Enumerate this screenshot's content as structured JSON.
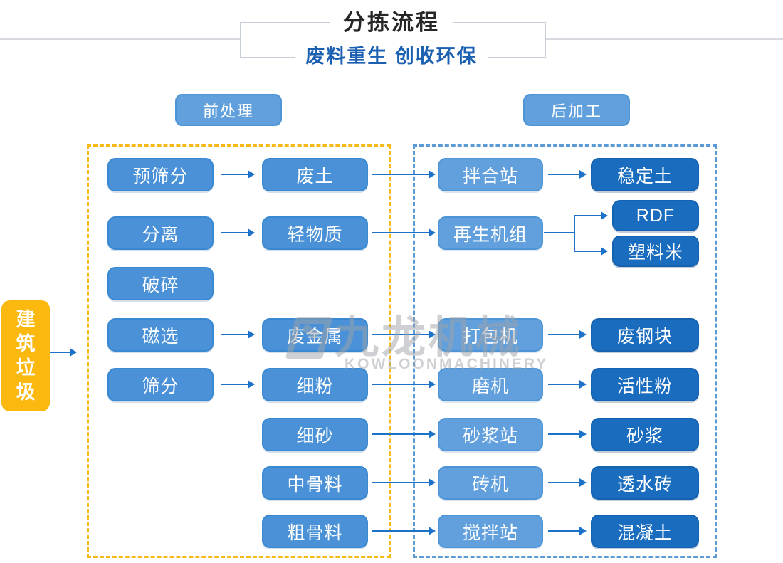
{
  "header": {
    "title": "分拣流程",
    "subtitle": "废料重生 创收环保"
  },
  "sections": {
    "pre": "前处理",
    "post": "后加工"
  },
  "watermark": {
    "cn": "九龙机械",
    "en": "KOWLOONMACHINERY"
  },
  "colors": {
    "node_mid_blue": "#4a91d7",
    "node_light_blue": "#61a0dc",
    "node_dark_blue": "#1a6cbe",
    "source_orange": "#fbb90f",
    "arrow_blue": "#1b72c8",
    "dash_yellow": "#f7b915",
    "dash_blue": "#5b9bd5",
    "subtitle_blue": "#1c60b2",
    "title_dark": "#272727"
  },
  "nodes": {
    "construction_waste": "建筑垃圾",
    "pre_screening": "预筛分",
    "separation": "分离",
    "crushing": "破碎",
    "magnetic_separation": "磁选",
    "screening": "筛分",
    "waste_soil": "废土",
    "light_material": "轻物质",
    "scrap_metal": "废金属",
    "fine_powder": "细粉",
    "fine_sand": "细砂",
    "medium_aggregate": "中骨料",
    "coarse_aggregate": "粗骨料",
    "mixing_plant": "拌合站",
    "regeneration_unit": "再生机组",
    "baler": "打包机",
    "mill": "磨机",
    "mortar_station": "砂浆站",
    "brick_machine": "砖机",
    "agitating_station": "搅拌站",
    "stabilized_soil": "稳定土",
    "rdf": "RDF",
    "plastic_pellets": "塑料米",
    "scrap_steel_block": "废钢块",
    "active_powder": "活性粉",
    "mortar": "砂浆",
    "permeable_brick": "透水砖",
    "concrete": "混凝土"
  },
  "edges": [
    {
      "from": "construction_waste",
      "to": "pre_processing_area"
    },
    {
      "from": "pre_screening",
      "to": "waste_soil"
    },
    {
      "from": "separation",
      "to": "light_material"
    },
    {
      "from": "magnetic_separation",
      "to": "scrap_metal"
    },
    {
      "from": "screening",
      "to": "fine_powder"
    },
    {
      "from": "waste_soil",
      "to": "mixing_plant"
    },
    {
      "from": "light_material",
      "to": "regeneration_unit"
    },
    {
      "from": "scrap_metal",
      "to": "baler"
    },
    {
      "from": "fine_powder",
      "to": "mill"
    },
    {
      "from": "fine_sand",
      "to": "mortar_station"
    },
    {
      "from": "medium_aggregate",
      "to": "brick_machine"
    },
    {
      "from": "coarse_aggregate",
      "to": "agitating_station"
    },
    {
      "from": "mixing_plant",
      "to": "stabilized_soil"
    },
    {
      "from": "regeneration_unit",
      "to": "rdf"
    },
    {
      "from": "regeneration_unit",
      "to": "plastic_pellets"
    },
    {
      "from": "baler",
      "to": "scrap_steel_block"
    },
    {
      "from": "mill",
      "to": "active_powder"
    },
    {
      "from": "mortar_station",
      "to": "mortar"
    },
    {
      "from": "brick_machine",
      "to": "permeable_brick"
    },
    {
      "from": "agitating_station",
      "to": "concrete"
    }
  ]
}
